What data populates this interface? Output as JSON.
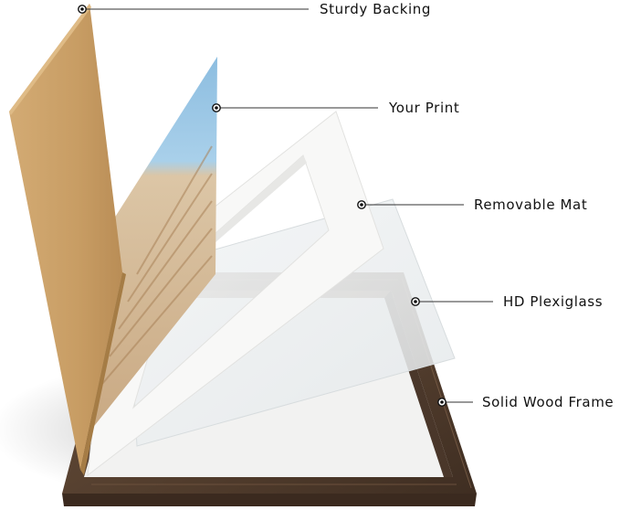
{
  "diagram": {
    "callouts": [
      {
        "id": "backing",
        "label": "Sturdy Backing"
      },
      {
        "id": "print",
        "label": "Your Print"
      },
      {
        "id": "mat",
        "label": "Removable Mat"
      },
      {
        "id": "plexiglass",
        "label": "HD Plexiglass"
      },
      {
        "id": "frame",
        "label": "Solid Wood Frame"
      }
    ],
    "colors": {
      "backing": "#c9a06a",
      "backing_edge": "#a57c45",
      "frame_wood": "#5b4432",
      "frame_wood_dark": "#3d2c20",
      "mat": "#f7f7f6",
      "plexiglass": "#eef1f2",
      "print_sky": "#7fb3d9",
      "print_sand": "#d9c0a0"
    }
  }
}
